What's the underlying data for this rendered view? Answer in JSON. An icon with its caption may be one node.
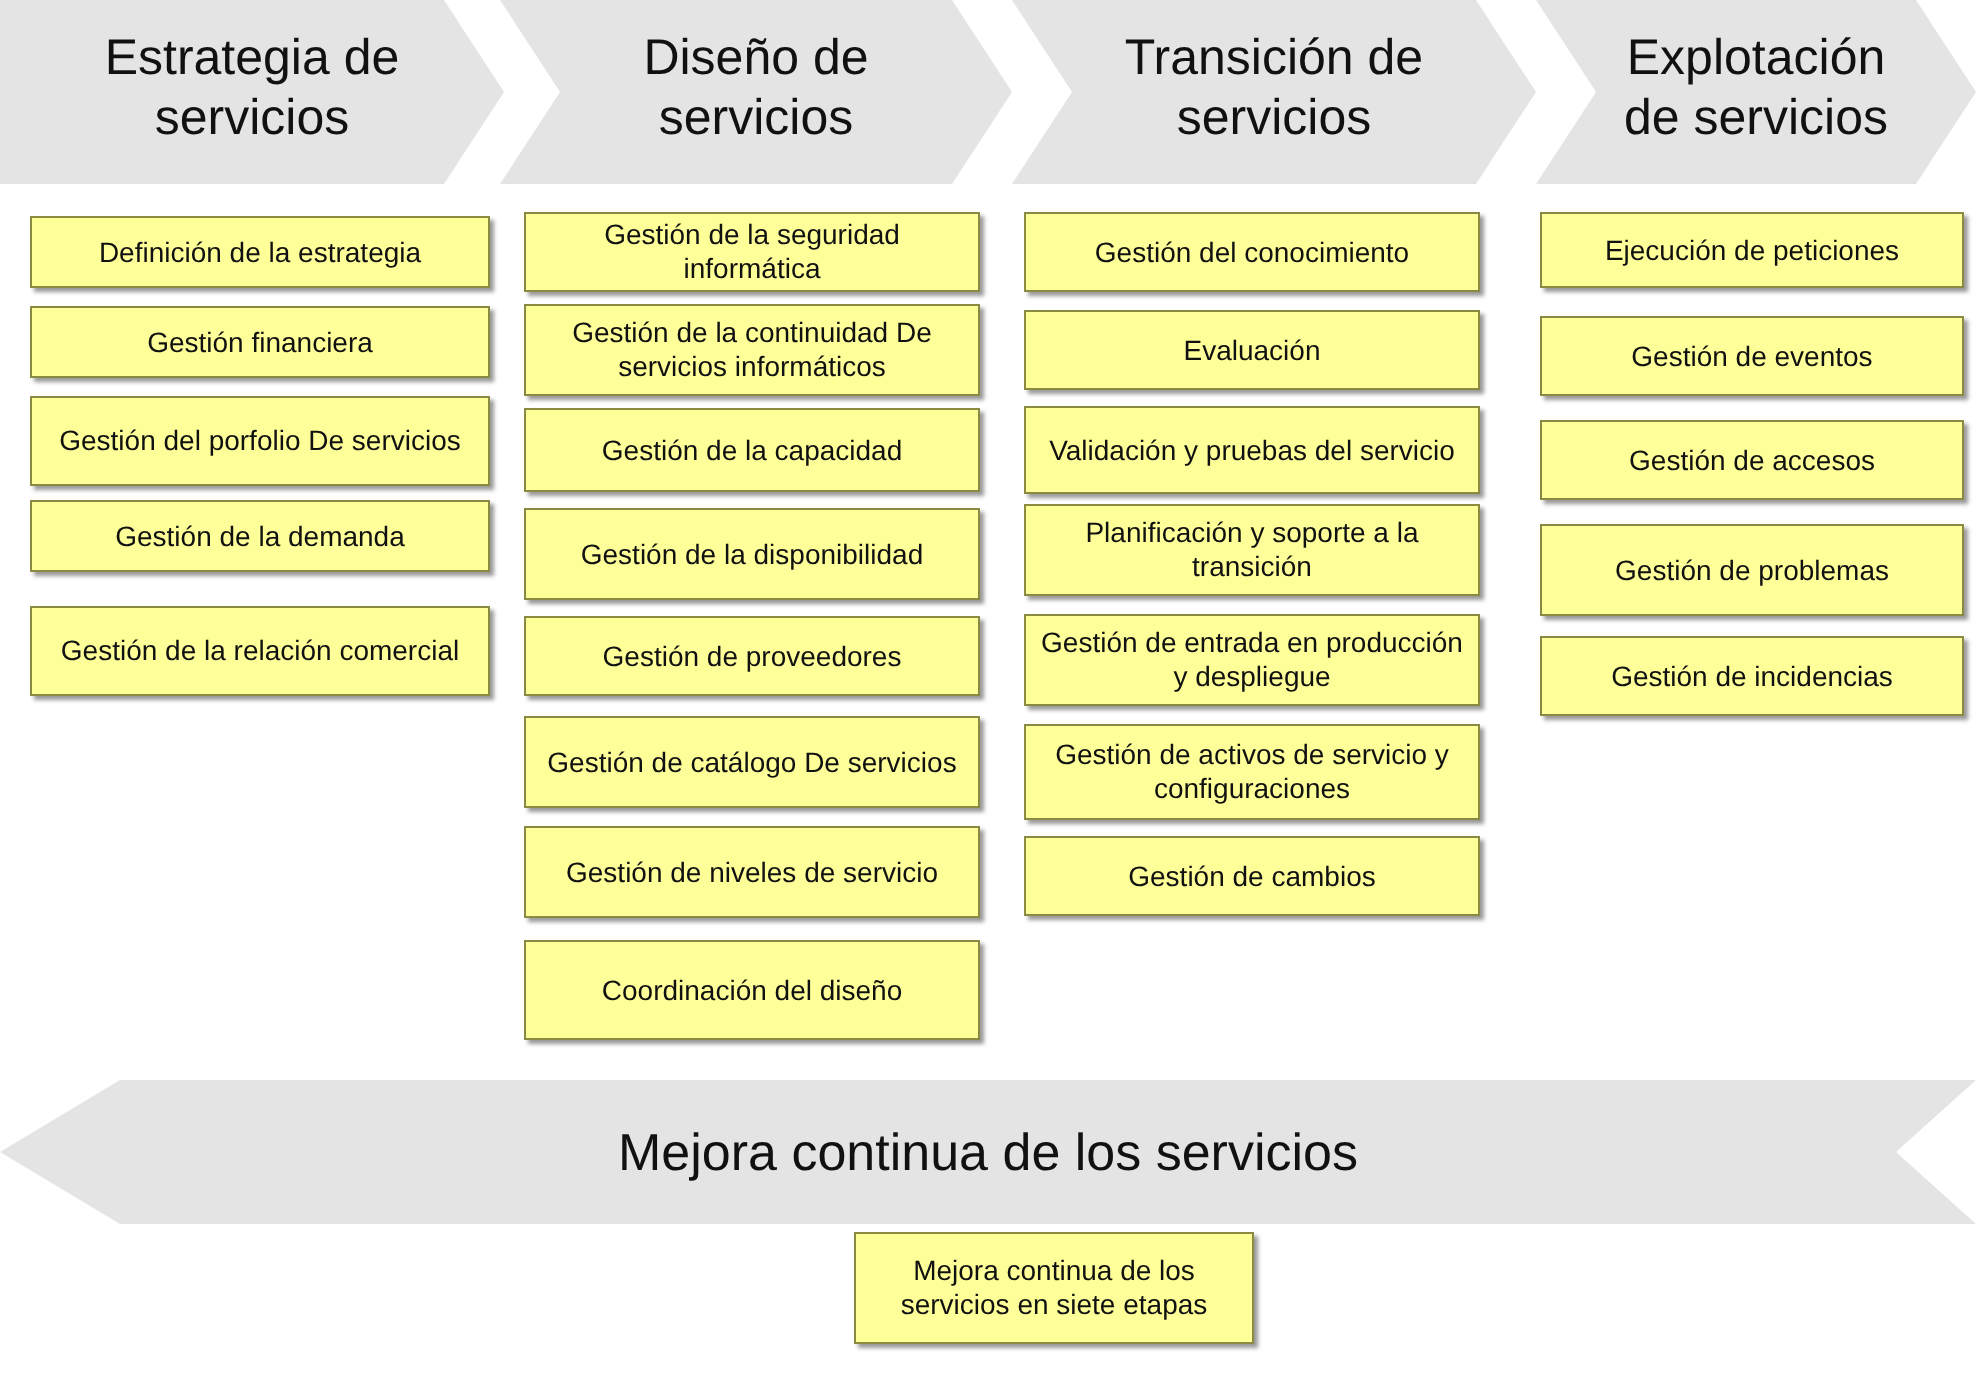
{
  "diagram": {
    "nodes": [
      {
        "text": [
          "Estrategia de servicios"
        ]
      },
      {
        "text": [
          "Definición de la estrategia"
        ]
      },
      {
        "text": [
          "Gestión financiera"
        ]
      },
      {
        "text": [
          "Gestión del porfolio De servicios"
        ]
      },
      {
        "text": [
          "Gestión de la demanda"
        ]
      },
      {
        "text": [
          "Gestión de la relación comercial"
        ]
      },
      {
        "text": [
          "Diseño de servicios"
        ]
      },
      {
        "text": [
          "Gestión de la seguridad informática"
        ]
      },
      {
        "text": [
          "Gestión de la continuidad De servicios informáticos"
        ]
      },
      {
        "text": [
          "Gestión de la capacidad"
        ]
      },
      {
        "text": [
          "Gestión de la disponibilidad"
        ]
      },
      {
        "text": [
          "Gestión de proveedores"
        ]
      },
      {
        "text": [
          "Gestión de catálogo De servicios"
        ]
      },
      {
        "text": [
          "Gestión de niveles de servicio"
        ]
      },
      {
        "text": [
          "Coordinación del diseño"
        ]
      },
      {
        "text": [
          "Transición de servicios"
        ]
      },
      {
        "text": [
          "Gestión del conocimiento"
        ]
      },
      {
        "text": [
          "Evaluación"
        ]
      },
      {
        "text": [
          "Validación y pruebas del servicio"
        ]
      },
      {
        "text": [
          "Planificación y soporte a la transición"
        ]
      },
      {
        "text": [
          "Gestión de entrada en producción y despliegue"
        ]
      },
      {
        "text": [
          "Gestión de activos de servicio y configuraciones"
        ]
      },
      {
        "text": [
          "Gestión de cambios"
        ]
      },
      {
        "text": [
          "Explotación de servicios"
        ]
      },
      {
        "text": [
          "Ejecución de peticiones"
        ]
      },
      {
        "text": [
          "Gestión de eventos"
        ]
      },
      {
        "text": [
          "Gestión de accesos"
        ]
      },
      {
        "text": [
          "Gestión de problemas"
        ]
      },
      {
        "text": [
          "Gestión de incidencias"
        ]
      },
      {
        "text": [
          "Mejora continua de los servicios"
        ]
      },
      {
        "text": [
          "Mejora continua de los servicios en siete etapas"
        ]
      }
    ],
    "edges": []
  }
}
